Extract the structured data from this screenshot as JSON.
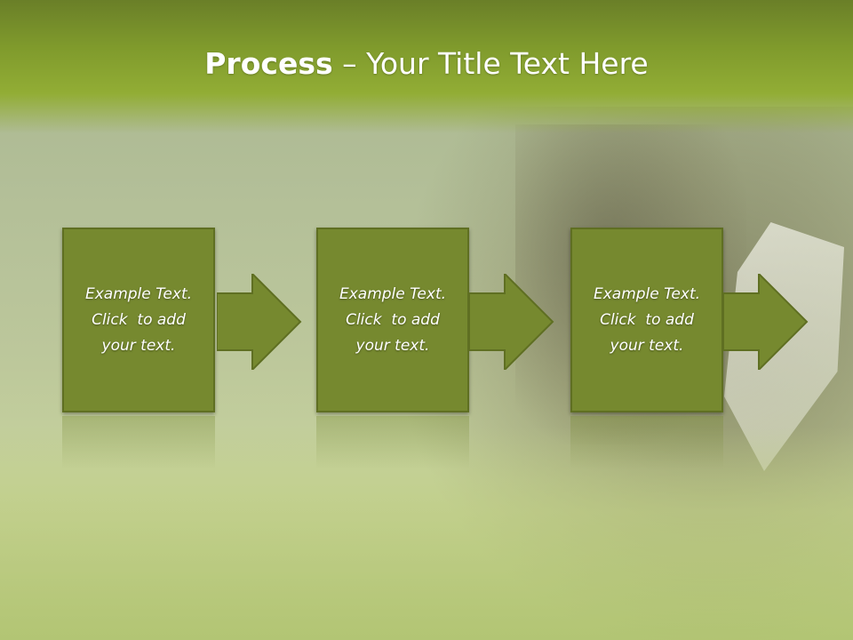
{
  "header": {
    "title_bold": "Process",
    "title_rest": " – Your Title Text Here"
  },
  "steps": [
    {
      "line1": "Example Text.",
      "line2": "Click  to add",
      "line3": "your text."
    },
    {
      "line1": "Example Text.",
      "line2": "Click  to add",
      "line3": "your text."
    },
    {
      "line1": "Example Text.",
      "line2": "Click  to add",
      "line3": "your text."
    }
  ],
  "colors": {
    "box_fill": "#76892f",
    "box_border": "#5f6f22",
    "header_green": "#7f9a2c"
  }
}
